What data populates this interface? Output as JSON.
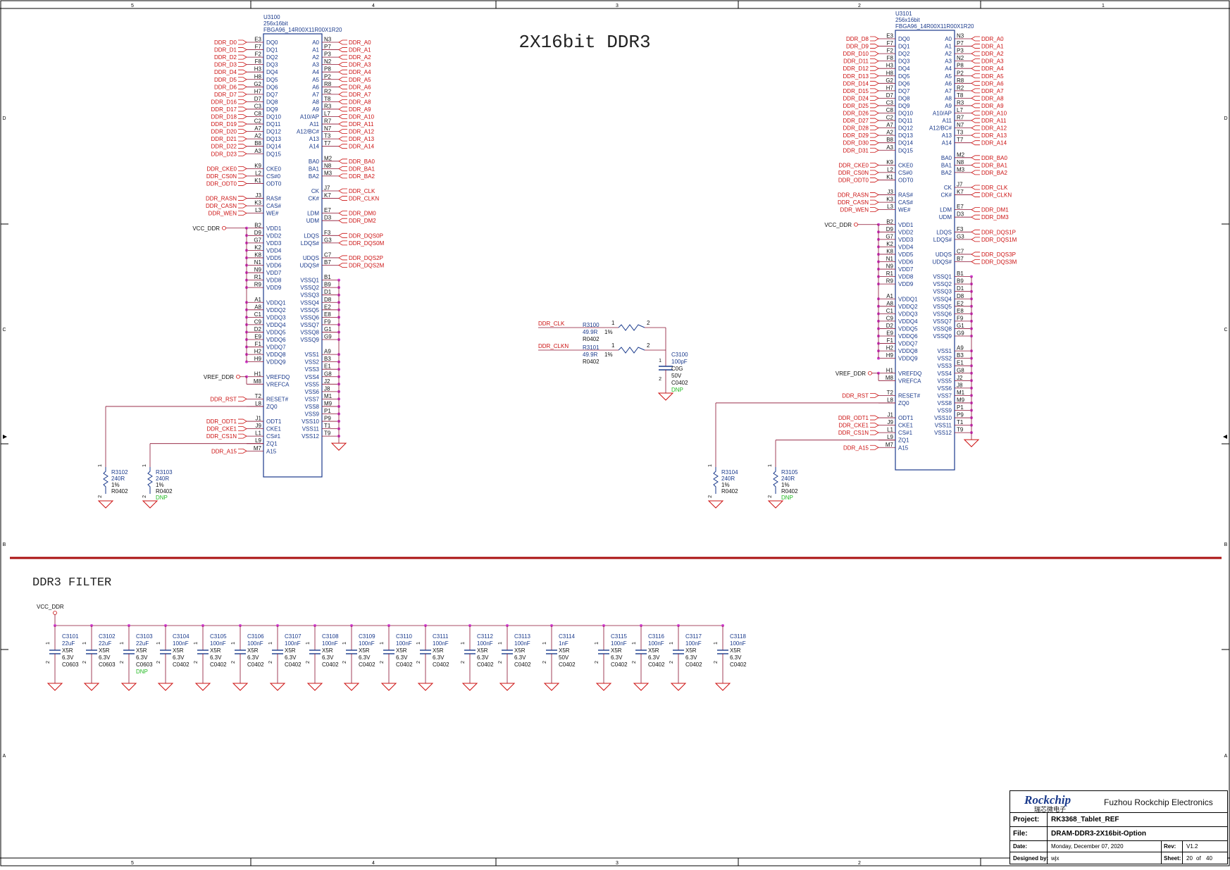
{
  "sheet": {
    "title_main": "2X16bit DDR3",
    "title_filter": "DDR3 FILTER",
    "col_markers": [
      "5",
      "4",
      "3",
      "2",
      "1"
    ],
    "row_markers": [
      "D",
      "C",
      "B",
      "A"
    ]
  },
  "chipA": {
    "ref": "U3100",
    "type": "256x16bit",
    "pkg": "FBGA96_14R00X11R00X1R20"
  },
  "chipB": {
    "ref": "U3101",
    "type": "256x16bit",
    "pkg": "FBGA96_14R00X11R00X1R20"
  },
  "dq_left": {
    "nums": [
      "E3",
      "F7",
      "F2",
      "F8",
      "H3",
      "H8",
      "G2",
      "H7",
      "D7",
      "C3",
      "C8",
      "C2",
      "A7",
      "A2",
      "B8",
      "A3"
    ],
    "names": [
      "DQ0",
      "DQ1",
      "DQ2",
      "DQ3",
      "DQ4",
      "DQ5",
      "DQ6",
      "DQ7",
      "DQ8",
      "DQ9",
      "DQ10",
      "DQ11",
      "DQ12",
      "DQ13",
      "DQ14",
      "DQ15"
    ]
  },
  "chipA_dq_nets": [
    "DDR_D0",
    "DDR_D1",
    "DDR_D2",
    "DDR_D3",
    "DDR_D4",
    "DDR_D5",
    "DDR_D6",
    "DDR_D7",
    "DDR_D16",
    "DDR_D17",
    "DDR_D18",
    "DDR_D19",
    "DDR_D20",
    "DDR_D21",
    "DDR_D22",
    "DDR_D23"
  ],
  "chipB_dq_nets": [
    "DDR_D8",
    "DDR_D9",
    "DDR_D10",
    "DDR_D11",
    "DDR_D12",
    "DDR_D13",
    "DDR_D14",
    "DDR_D15",
    "DDR_D24",
    "DDR_D25",
    "DDR_D26",
    "DDR_D27",
    "DDR_D28",
    "DDR_D29",
    "DDR_D30",
    "DDR_D31"
  ],
  "addr_right": {
    "nums": [
      "N3",
      "P7",
      "P3",
      "N2",
      "P8",
      "P2",
      "R8",
      "R2",
      "T8",
      "R3",
      "L7",
      "R7",
      "N7",
      "T3",
      "T7"
    ],
    "names": [
      "A0",
      "A1",
      "A2",
      "A3",
      "A4",
      "A5",
      "A6",
      "A7",
      "A8",
      "A9",
      "A10/AP",
      "A11",
      "A12/BC#",
      "A13",
      "A14"
    ],
    "nets": [
      "DDR_A0",
      "DDR_A1",
      "DDR_A2",
      "DDR_A3",
      "DDR_A4",
      "DDR_A5",
      "DDR_A6",
      "DDR_A7",
      "DDR_A8",
      "DDR_A9",
      "DDR_A10",
      "DDR_A11",
      "DDR_A12",
      "DDR_A13",
      "DDR_A14"
    ]
  },
  "ba": {
    "nums": [
      "M2",
      "N8",
      "M3"
    ],
    "names": [
      "BA0",
      "BA1",
      "BA2"
    ],
    "nets": [
      "DDR_BA0",
      "DDR_BA1",
      "DDR_BA2"
    ]
  },
  "ctl_left": {
    "nums": [
      "K9",
      "L2",
      "K1"
    ],
    "names": [
      "CKE0",
      "CS#0",
      "ODT0"
    ],
    "nets": [
      "DDR_CKE0",
      "DDR_CS0N",
      "DDR_ODT0"
    ]
  },
  "cmd_left": {
    "nums": [
      "J3",
      "K3",
      "L3"
    ],
    "names": [
      "RAS#",
      "CAS#",
      "WE#"
    ],
    "nets": [
      "DDR_RASN",
      "DDR_CASN",
      "DDR_WEN"
    ]
  },
  "ck": {
    "nums": [
      "J7",
      "K7"
    ],
    "names": [
      "CK",
      "CK#"
    ],
    "nets": [
      "DDR_CLK",
      "DDR_CLKN"
    ]
  },
  "dm": {
    "nums": [
      "E7",
      "D3"
    ],
    "names": [
      "LDM",
      "UDM"
    ]
  },
  "chipA_dm_nets": [
    "DDR_DM0",
    "DDR_DM2"
  ],
  "chipB_dm_nets": [
    "DDR_DM1",
    "DDR_DM3"
  ],
  "dqs": {
    "nums": [
      "F3",
      "G3",
      "C7",
      "B7"
    ],
    "names": [
      "LDQS",
      "LDQS#",
      "UDQS",
      "UDQS#"
    ]
  },
  "chipA_dqs_nets": [
    "DDR_DQS0P",
    "DDR_DQS0M",
    "DDR_DQS2P",
    "DDR_DQS2M"
  ],
  "chipB_dqs_nets": [
    "DDR_DQS1P",
    "DDR_DQS1M",
    "DDR_DQS3P",
    "DDR_DQS3M"
  ],
  "vdd": {
    "nums": [
      "B2",
      "D9",
      "G7",
      "K2",
      "K8",
      "N1",
      "N9",
      "R1",
      "R9"
    ],
    "names": [
      "VDD1",
      "VDD2",
      "VDD3",
      "VDD4",
      "VDD5",
      "VDD6",
      "VDD7",
      "VDD8",
      "VDD9"
    ]
  },
  "vddq": {
    "nums": [
      "A1",
      "A8",
      "C1",
      "C9",
      "D2",
      "E9",
      "F1",
      "H2",
      "H9"
    ],
    "names": [
      "VDDQ1",
      "VDDQ2",
      "VDDQ3",
      "VDDQ4",
      "VDDQ5",
      "VDDQ6",
      "VDDQ7",
      "VDDQ8",
      "VDDQ9"
    ]
  },
  "vssq": {
    "nums": [
      "B1",
      "B9",
      "D1",
      "D8",
      "E2",
      "E8",
      "F9",
      "G1",
      "G9"
    ],
    "names": [
      "VSSQ1",
      "VSSQ2",
      "VSSQ3",
      "VSSQ4",
      "VSSQ5",
      "VSSQ6",
      "VSSQ7",
      "VSSQ8",
      "VSSQ9"
    ]
  },
  "vss": {
    "nums": [
      "A9",
      "B3",
      "E1",
      "G8",
      "J2",
      "J8",
      "M1",
      "M9",
      "P1",
      "P9",
      "T1",
      "T9"
    ],
    "names": [
      "VSS1",
      "VSS2",
      "VSS3",
      "VSS4",
      "VSS5",
      "VSS6",
      "VSS7",
      "VSS8",
      "VSS9",
      "VSS10",
      "VSS11",
      "VSS12"
    ]
  },
  "vref": {
    "nums": [
      "H1",
      "M8"
    ],
    "names": [
      "VREFDQ",
      "VREFCA"
    ]
  },
  "misc": {
    "nums": [
      "T2",
      "L8"
    ],
    "names": [
      "RESET#",
      "ZQ0"
    ]
  },
  "ctl2": {
    "nums": [
      "J1",
      "J9",
      "L1",
      "L9",
      "M7"
    ],
    "names": [
      "ODT1",
      "CKE1",
      "CS#1",
      "ZQ1",
      "A15"
    ],
    "nets": [
      "DDR_ODT1",
      "DDR_CKE1",
      "DDR_CS1N"
    ]
  },
  "power": {
    "vcc": "VCC_DDR",
    "vref": "VREF_DDR",
    "rst": "DDR_RST",
    "a15": "DDR_A15"
  },
  "zq_res": [
    {
      "ref": "R3102",
      "val": "240R",
      "tol": "1%",
      "pkg": "R0402",
      "dnp": ""
    },
    {
      "ref": "R3103",
      "val": "240R",
      "tol": "1%",
      "pkg": "R0402",
      "dnp": "DNP"
    },
    {
      "ref": "R3104",
      "val": "240R",
      "tol": "1%",
      "pkg": "R0402",
      "dnp": ""
    },
    {
      "ref": "R3105",
      "val": "240R",
      "tol": "1%",
      "pkg": "R0402",
      "dnp": "DNP"
    }
  ],
  "pin1": "1",
  "pin2": "2",
  "clk_term": {
    "net_clk": "DDR_CLK",
    "net_clkn": "DDR_CLKN",
    "r1": {
      "ref": "R3100",
      "val": "49.9R",
      "tol": "1%",
      "pkg": "R0402"
    },
    "r2": {
      "ref": "R3101",
      "val": "49.9R",
      "tol": "1%",
      "pkg": "R0402"
    },
    "cap": {
      "ref": "C3100",
      "val": "100pF",
      "diel": "C0G",
      "volt": "50V",
      "pkg": "C0402",
      "dnp": "DNP"
    }
  },
  "filter_caps": [
    {
      "ref": "C3101",
      "val": "22uF",
      "diel": "X5R",
      "volt": "6.3V",
      "pkg": "C0603",
      "dnp": ""
    },
    {
      "ref": "C3102",
      "val": "22uF",
      "diel": "X5R",
      "volt": "6.3V",
      "pkg": "C0603",
      "dnp": ""
    },
    {
      "ref": "C3103",
      "val": "22uF",
      "diel": "X5R",
      "volt": "6.3V",
      "pkg": "C0603",
      "dnp": "DNP"
    },
    {
      "ref": "C3104",
      "val": "100nF",
      "diel": "X5R",
      "volt": "6.3V",
      "pkg": "C0402",
      "dnp": ""
    },
    {
      "ref": "C3105",
      "val": "100nF",
      "diel": "X5R",
      "volt": "6.3V",
      "pkg": "C0402",
      "dnp": ""
    },
    {
      "ref": "C3106",
      "val": "100nF",
      "diel": "X5R",
      "volt": "6.3V",
      "pkg": "C0402",
      "dnp": ""
    },
    {
      "ref": "C3107",
      "val": "100nF",
      "diel": "X5R",
      "volt": "6.3V",
      "pkg": "C0402",
      "dnp": ""
    },
    {
      "ref": "C3108",
      "val": "100nF",
      "diel": "X5R",
      "volt": "6.3V",
      "pkg": "C0402",
      "dnp": ""
    },
    {
      "ref": "C3109",
      "val": "100nF",
      "diel": "X5R",
      "volt": "6.3V",
      "pkg": "C0402",
      "dnp": ""
    },
    {
      "ref": "C3110",
      "val": "100nF",
      "diel": "X5R",
      "volt": "6.3V",
      "pkg": "C0402",
      "dnp": ""
    },
    {
      "ref": "C3111",
      "val": "100nF",
      "diel": "X5R",
      "volt": "6.3V",
      "pkg": "C0402",
      "dnp": ""
    },
    {
      "ref": "C3112",
      "val": "100nF",
      "diel": "X5R",
      "volt": "6.3V",
      "pkg": "C0402",
      "dnp": ""
    },
    {
      "ref": "C3113",
      "val": "100nF",
      "diel": "X5R",
      "volt": "6.3V",
      "pkg": "C0402",
      "dnp": ""
    },
    {
      "ref": "C3114",
      "val": "1nF",
      "diel": "X5R",
      "volt": "50V",
      "pkg": "C0402",
      "dnp": ""
    },
    {
      "ref": "C3115",
      "val": "100nF",
      "diel": "X5R",
      "volt": "6.3V",
      "pkg": "C0402",
      "dnp": ""
    },
    {
      "ref": "C3116",
      "val": "100nF",
      "diel": "X5R",
      "volt": "6.3V",
      "pkg": "C0402",
      "dnp": ""
    },
    {
      "ref": "C3117",
      "val": "100nF",
      "diel": "X5R",
      "volt": "6.3V",
      "pkg": "C0402",
      "dnp": ""
    },
    {
      "ref": "C3118",
      "val": "100nF",
      "diel": "X5R",
      "volt": "6.3V",
      "pkg": "C0402",
      "dnp": ""
    }
  ],
  "titleblock": {
    "logo": "Rockchip",
    "logo_cn": "瑞芯微电子",
    "company": "Fuzhou Rockchip Electronics",
    "project_label": "Project:",
    "project": "RK3368_Tablet_REF",
    "file_label": "File:",
    "file": "DRAM-DDR3-2X16bit-Option",
    "date_label": "Date:",
    "date": "Monday, December 07, 2020",
    "rev_label": "Rev:",
    "rev": "V1.2",
    "designer_label": "Designed by:",
    "designer": "wjx",
    "sheet_label": "Sheet:",
    "sheet": "20",
    "of": "of",
    "total": "40"
  },
  "colors": {
    "red": "#cc1111",
    "blue": "#1a3a8c",
    "wire": "#8b1030",
    "pin": "#d040d0",
    "green": "#22bb22",
    "black": "#111111",
    "separator": "#aa1111"
  }
}
